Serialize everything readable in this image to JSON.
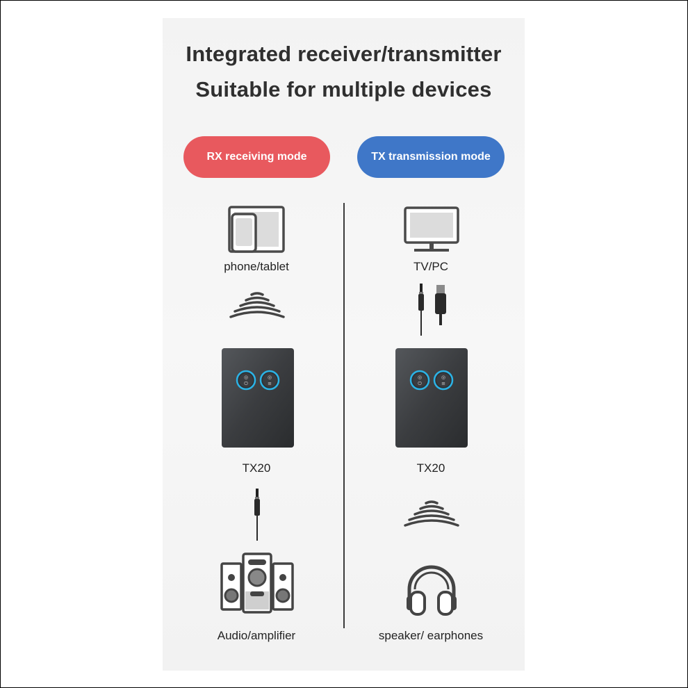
{
  "title_line1": "Integrated receiver/transmitter",
  "title_line2": "Suitable for multiple devices",
  "rx": {
    "mode_label": "RX receiving mode",
    "source_label": "phone/tablet",
    "device_label": "TX20",
    "output_label": "Audio/amplifier"
  },
  "tx": {
    "mode_label": "TX transmission mode",
    "source_label": "TV/PC",
    "device_label": "TX20",
    "output_label": "speaker/ earphones"
  },
  "colors": {
    "rx_accent": "#e8595e",
    "tx_accent": "#3f77c8",
    "device_body": "#3b3d40",
    "icon_stroke": "#444444"
  },
  "icons": {
    "rx_source": "phone-tablet-icon",
    "rx_signal": "wireless-signal-icon",
    "rx_cable": "audio-jack-icon",
    "rx_output": "speaker-system-icon",
    "tx_source": "monitor-icon",
    "tx_cable": "audio-jack-usb-icon",
    "tx_signal": "wireless-signal-icon",
    "tx_output": "headphones-icon"
  }
}
